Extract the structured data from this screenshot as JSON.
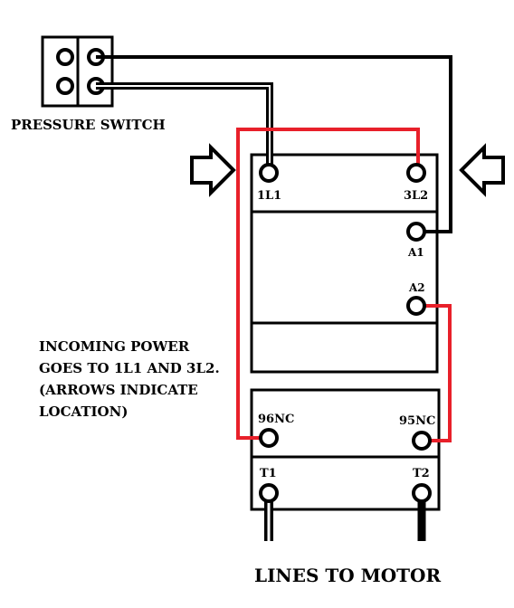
{
  "labels": {
    "pressure_switch": "PRESSURE SWITCH",
    "t_1l1": "1L1",
    "t_3l2": "3L2",
    "t_a1": "A1",
    "t_a2": "A2",
    "t_96nc": "96NC",
    "t_95nc": "95NC",
    "t_t1": "T1",
    "t_t2": "T2",
    "lines_to_motor": "LINES TO MOTOR"
  },
  "note": {
    "line1": "INCOMING POWER",
    "line2": "GOES TO 1L1 AND 3L2.",
    "line3": "(ARROWS INDICATE",
    "line4": "LOCATION)"
  },
  "colors": {
    "wire_black": "#000000",
    "wire_red": "#e8202a",
    "background": "#ffffff"
  }
}
